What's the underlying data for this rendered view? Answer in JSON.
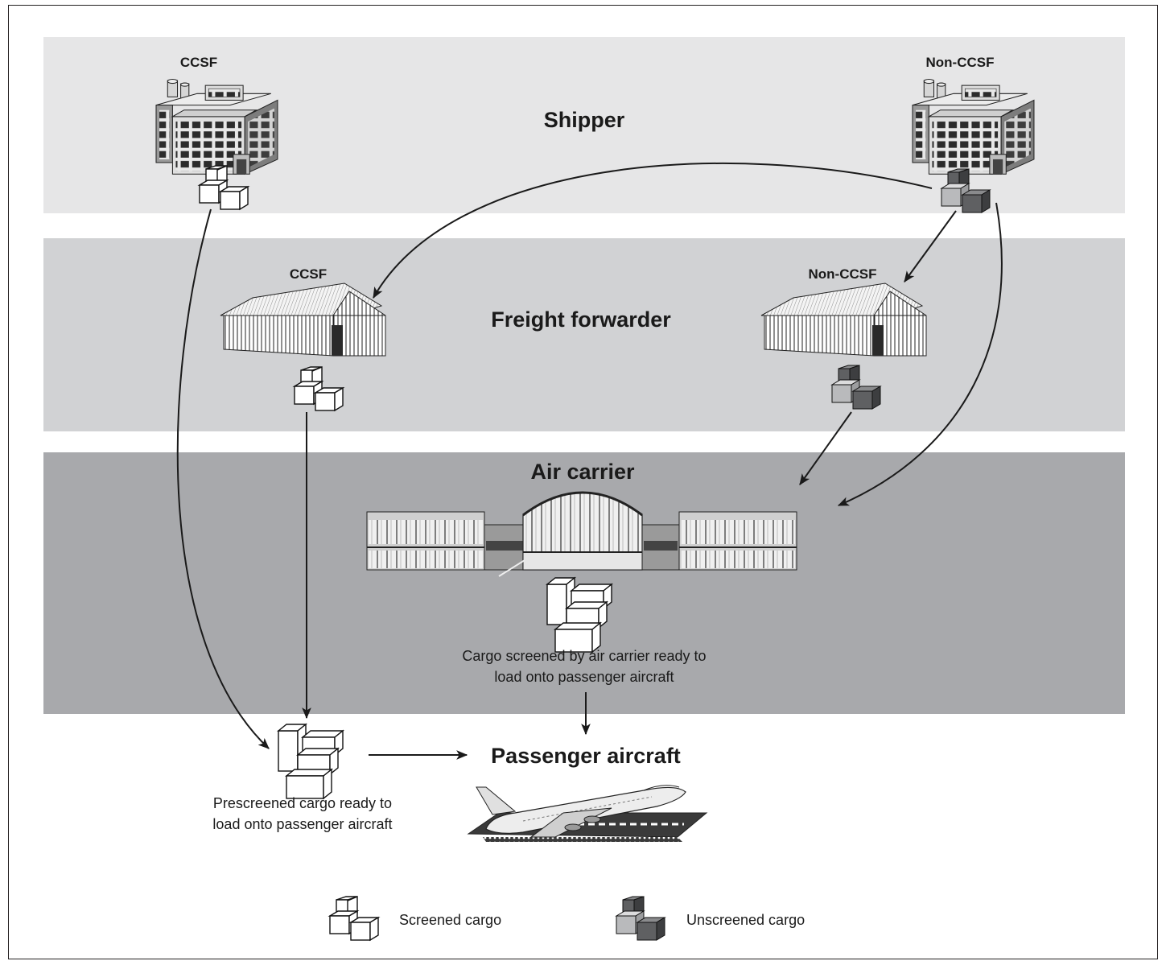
{
  "bands": {
    "shipper": {
      "title": "Shipper",
      "left_label": "CCSF",
      "right_label": "Non-CCSF",
      "color": "#e6e6e7"
    },
    "freight_forwarder": {
      "title": "Freight forwarder",
      "left_label": "CCSF",
      "right_label": "Non-CCSF",
      "color": "#d1d2d4"
    },
    "air_carrier": {
      "title": "Air carrier",
      "color": "#a8a9ac"
    }
  },
  "captions": {
    "air_carrier_cargo": [
      "Cargo screened by air carrier ready to",
      "load onto passenger aircraft"
    ],
    "prescreened_cargo": [
      "Prescreened cargo ready to",
      "load onto passenger aircraft"
    ],
    "passenger_aircraft": "Passenger aircraft"
  },
  "legend": {
    "screened": "Screened cargo",
    "unscreened": "Unscreened cargo"
  },
  "colors": {
    "screened_box": "#ffffff",
    "unscreened_light": "#b9babc",
    "unscreened_dark": "#5f6062",
    "arrow": "#1a1a1a"
  }
}
